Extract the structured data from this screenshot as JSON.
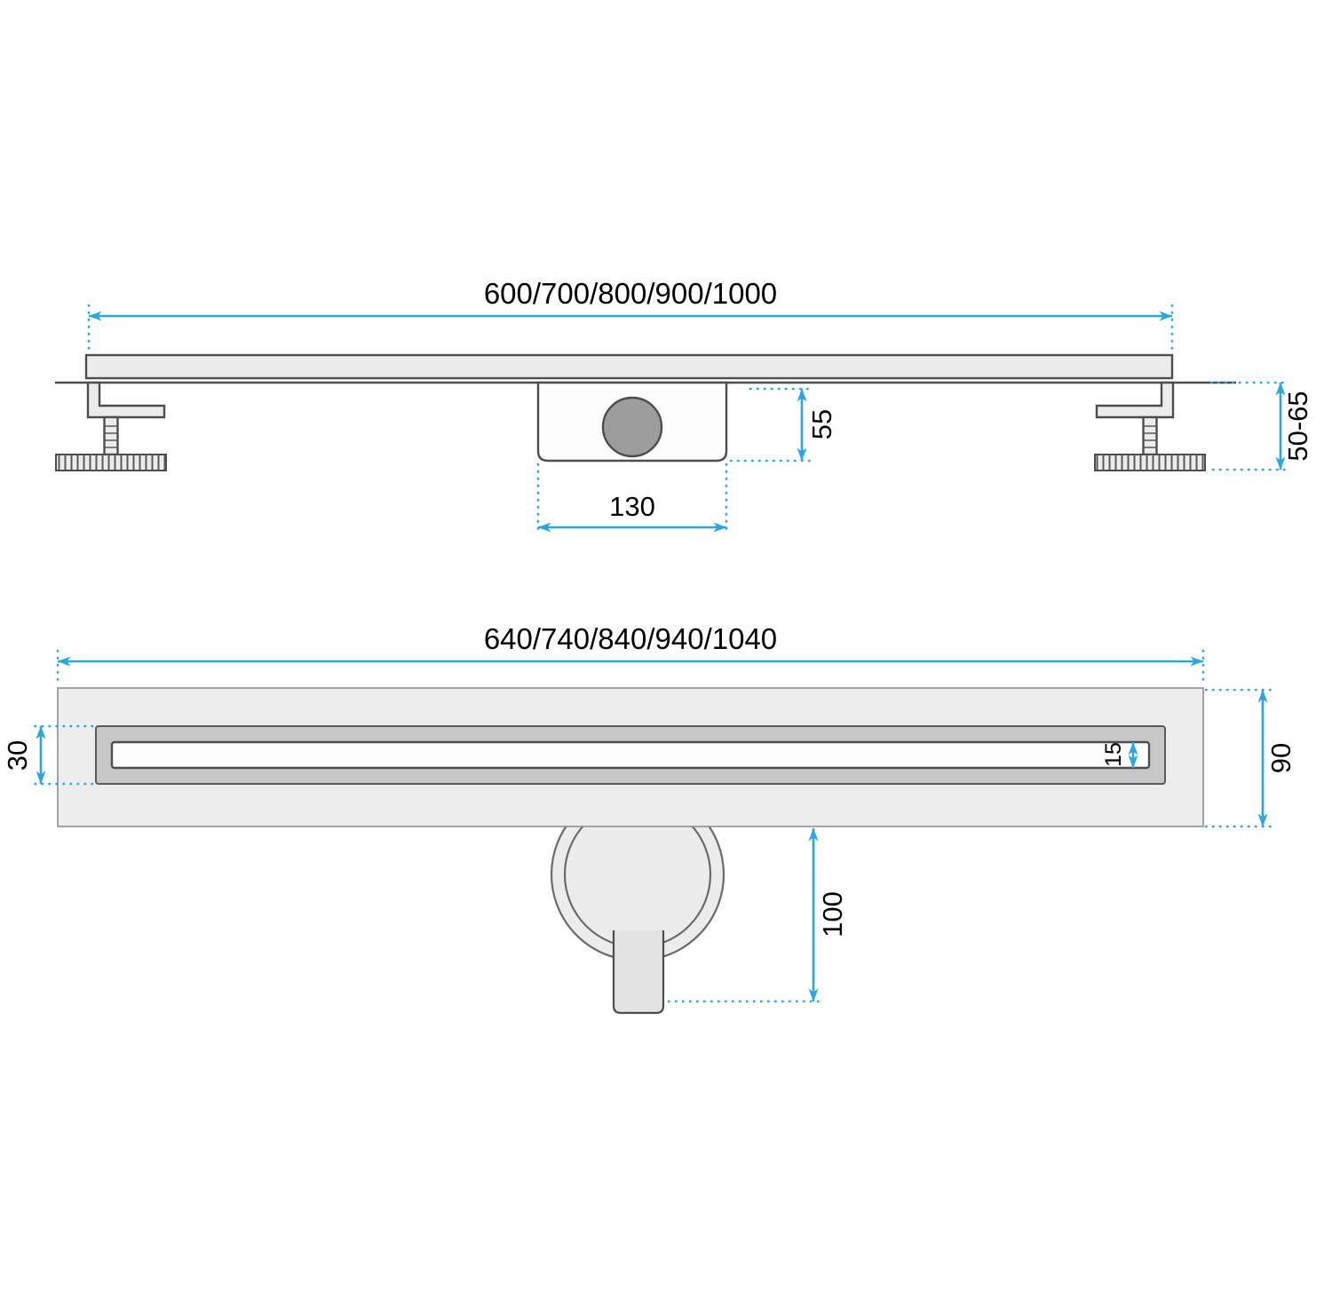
{
  "side_view": {
    "overall_length": "600/700/800/900/1000",
    "trap_depth": "55",
    "trap_length": "130",
    "feet_height_range": "50-65"
  },
  "plan_view": {
    "overall_length": "640/740/840/940/1040",
    "channel_width": "30",
    "slot_width": "15",
    "flange_width": "90",
    "outlet_drop": "100"
  },
  "colors": {
    "dimension_blue": "#2BA7E0",
    "outline_dark": "#4D4D4D",
    "fill_light": "#ECECEC",
    "fill_mid": "#C7C7C7",
    "fill_dark": "#9D9D9D"
  }
}
